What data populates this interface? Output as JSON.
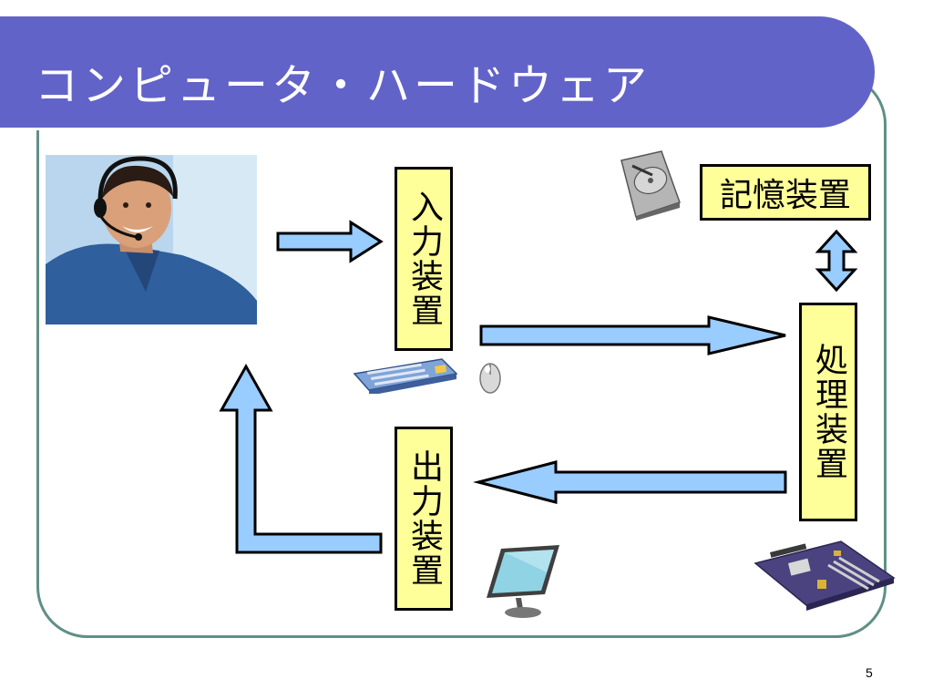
{
  "slide": {
    "title": "コンピュータ・ハードウェア",
    "page_number": "5"
  },
  "boxes": {
    "input": "入力装置",
    "storage": "記憶装置",
    "processing": "処理装置",
    "output": "出力装置"
  },
  "images": {
    "person": "person-with-headset",
    "keyboard": "keyboard-icon",
    "mouse": "mouse-icon",
    "hard_disk": "hard-disk-icon",
    "motherboard": "motherboard-icon",
    "monitor": "monitor-icon"
  },
  "colors": {
    "title_bar": "#6263c8",
    "frame_border": "#5f8f86",
    "box_fill": "#ffff99",
    "arrow_fill": "#99ccff"
  }
}
